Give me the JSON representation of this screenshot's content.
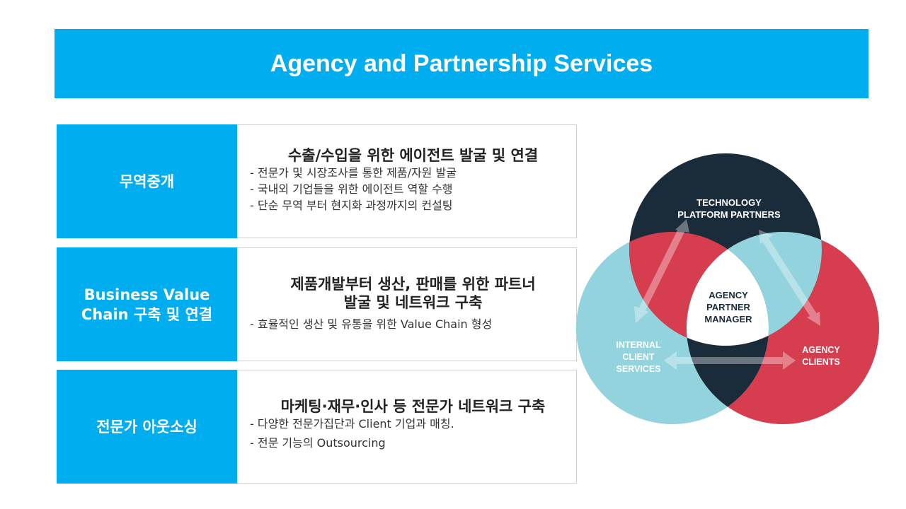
{
  "header": {
    "title": "Agency and Partnership Services"
  },
  "rows": [
    {
      "label": "무역중개",
      "heading": "수출/수입을 위한 에이전트 발굴 및 연결",
      "bullets": [
        "전문가 및 시장조사를 통한 제품/자원 발굴",
        "국내외 기업들을 위한 에이전트 역할 수행",
        "단순 무역 부터 현지화 과정까지의 컨설팅"
      ]
    },
    {
      "label_line1": "Business Value",
      "label_line2": "Chain 구축 및 연결",
      "heading_line1": "제품개발부터 생산, 판매를 위한 파트너",
      "heading_line2": "발굴 및 네트워크 구축",
      "bullets": [
        "효율적인 생산 및 유통을 위한 Value Chain 형성"
      ]
    },
    {
      "label": "전문가 아웃소싱",
      "heading": "마케팅·재무·인사 등 전문가 네트워크 구축",
      "bullets": [
        "다양한 전문가집단과 Client 기업과 매칭.",
        "전문 기능의 Outsourcing"
      ]
    }
  ],
  "venn": {
    "top_line1": "TECHNOLOGY",
    "top_line2": "PLATFORM PARTNERS",
    "left_line1": "INTERNAL",
    "left_line2": "CLIENT",
    "left_line3": "SERVICES",
    "right_line1": "AGENCY",
    "right_line2": "CLIENTS",
    "center_line1": "AGENCY",
    "center_line2": "PARTNER",
    "center_line3": "MANAGER",
    "colors": {
      "top": "#1a2b3a",
      "left": "#93d3de",
      "right": "#d63e50",
      "center": "#ffffff",
      "arrow": "#ffffff"
    }
  }
}
